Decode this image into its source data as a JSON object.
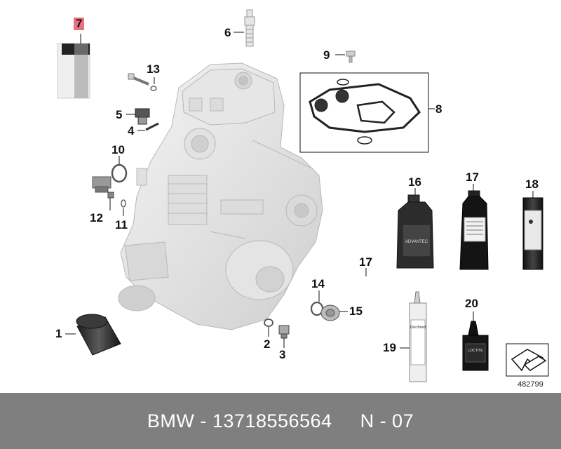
{
  "diagram": {
    "callouts": [
      {
        "id": "c7",
        "label": "7",
        "highlight": true
      },
      {
        "id": "c6",
        "label": "6"
      },
      {
        "id": "c9",
        "label": "9"
      },
      {
        "id": "c8",
        "label": "8"
      },
      {
        "id": "c13",
        "label": "13"
      },
      {
        "id": "c5",
        "label": "5"
      },
      {
        "id": "c4",
        "label": "4"
      },
      {
        "id": "c10",
        "label": "10"
      },
      {
        "id": "c12",
        "label": "12"
      },
      {
        "id": "c11",
        "label": "11"
      },
      {
        "id": "c16",
        "label": "16"
      },
      {
        "id": "c17a",
        "label": "17"
      },
      {
        "id": "c18",
        "label": "18"
      },
      {
        "id": "c17b",
        "label": "17"
      },
      {
        "id": "c14",
        "label": "14"
      },
      {
        "id": "c15",
        "label": "15"
      },
      {
        "id": "c1",
        "label": "1"
      },
      {
        "id": "c2",
        "label": "2"
      },
      {
        "id": "c3",
        "label": "3"
      },
      {
        "id": "c19",
        "label": "19"
      },
      {
        "id": "c20",
        "label": "20"
      }
    ],
    "product_labels": {
      "oil_bottle": "ADVANTEC",
      "sealant_tube": "Drei Bond",
      "threadlock": "LOCTITE"
    },
    "reference_number": "482799",
    "highlight_color": "#e8727f"
  },
  "footer": {
    "text": "BMW - 13718556564     N - 07",
    "bg_color": "#7f7f7f"
  }
}
